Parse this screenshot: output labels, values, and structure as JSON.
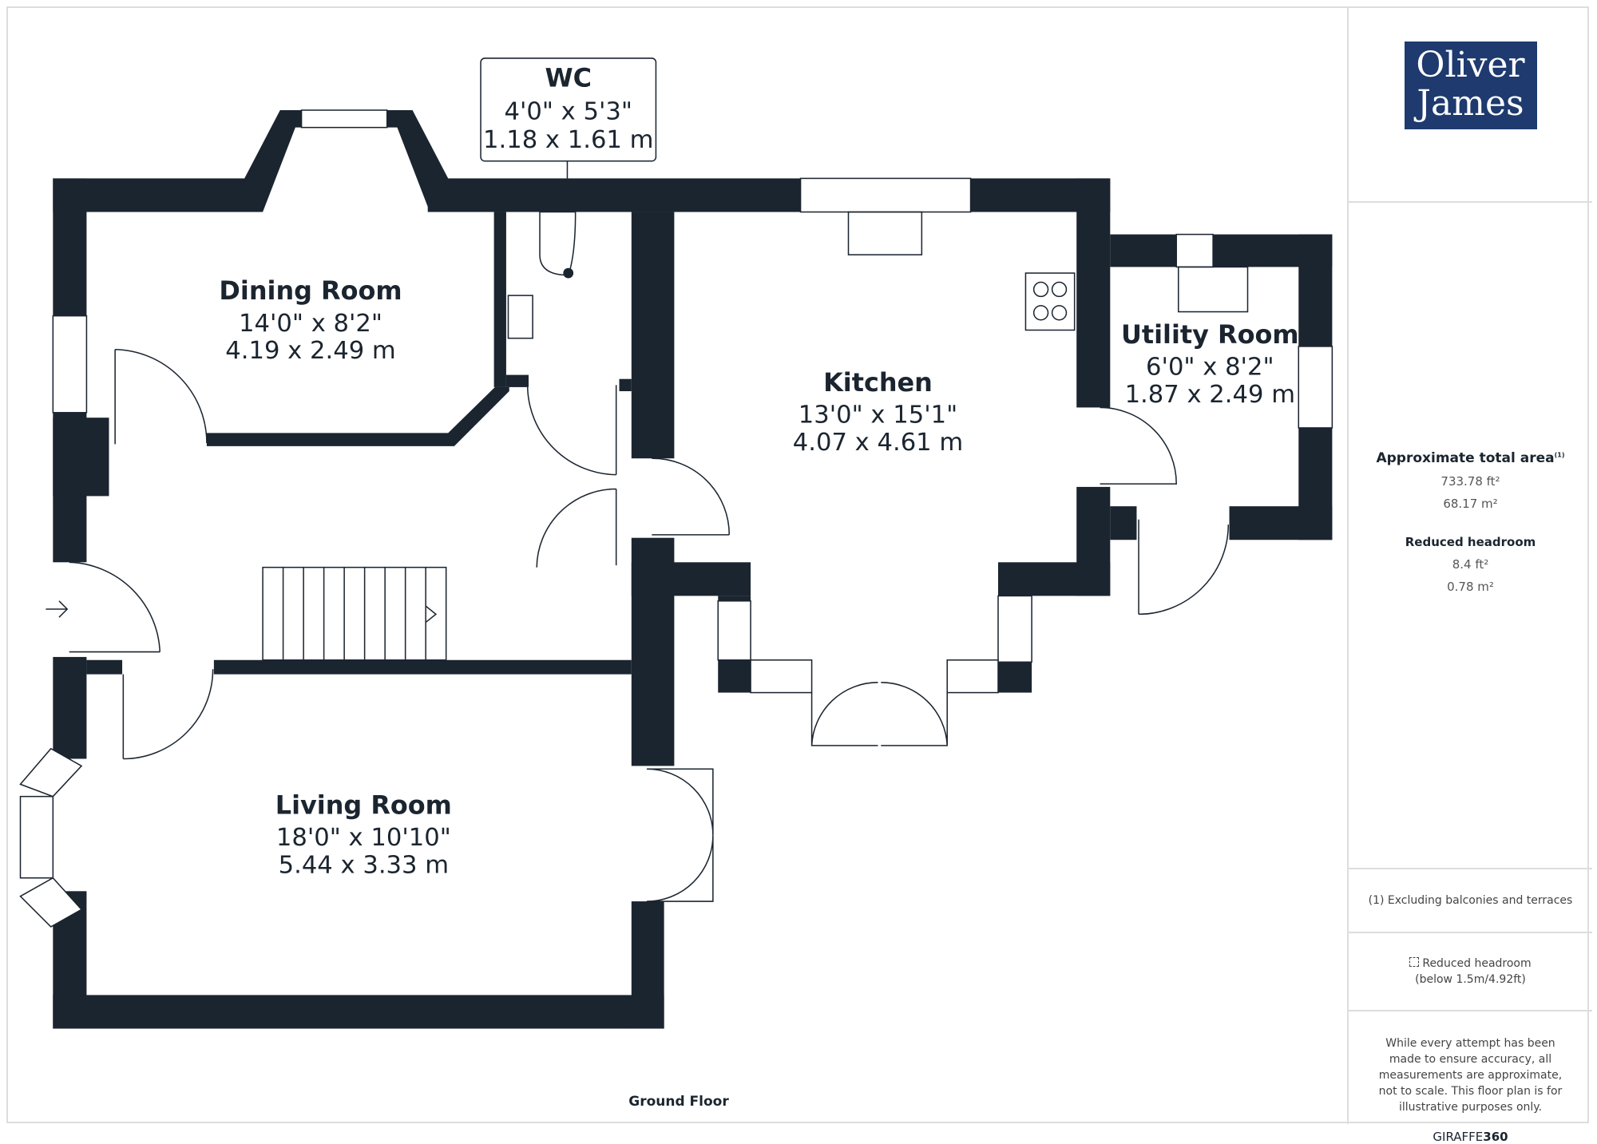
{
  "plan": {
    "floor_label": "Ground Floor",
    "rooms": [
      {
        "name": "WC",
        "imperial": "4'0\" x 5'3\"",
        "metric": "1.18 x 1.61 m"
      },
      {
        "name": "Dining Room",
        "imperial": "14'0\" x 8'2\"",
        "metric": "4.19 x 2.49 m"
      },
      {
        "name": "Kitchen",
        "imperial": "13'0\" x 15'1\"",
        "metric": "4.07 x 4.61 m"
      },
      {
        "name": "Utility Room",
        "imperial": "6'0\" x 8'2\"",
        "metric": "1.87 x 2.49 m"
      },
      {
        "name": "Living Room",
        "imperial": "18'0\" x 10'10\"",
        "metric": "5.44 x 3.33 m"
      }
    ]
  },
  "sidebar": {
    "logo_line1": "Oliver",
    "logo_line2": "James",
    "area_title": "Approximate total area",
    "area_note_mark": "(1)",
    "area_ft": "733.78 ft²",
    "area_m": "68.17 m²",
    "reduced_title": "Reduced headroom",
    "reduced_ft": "8.4 ft²",
    "reduced_m": "0.78 m²",
    "footnote": "(1) Excluding balconies and terraces",
    "legend_line1": "Reduced headroom",
    "legend_line2": "(below 1.5m/4.92ft)",
    "disclaimer": "While every attempt has been made to ensure accuracy, all measurements are approximate, not to scale. This floor plan is for illustrative purposes only.",
    "brand_a": "GIRAFFE",
    "brand_b": "360"
  }
}
